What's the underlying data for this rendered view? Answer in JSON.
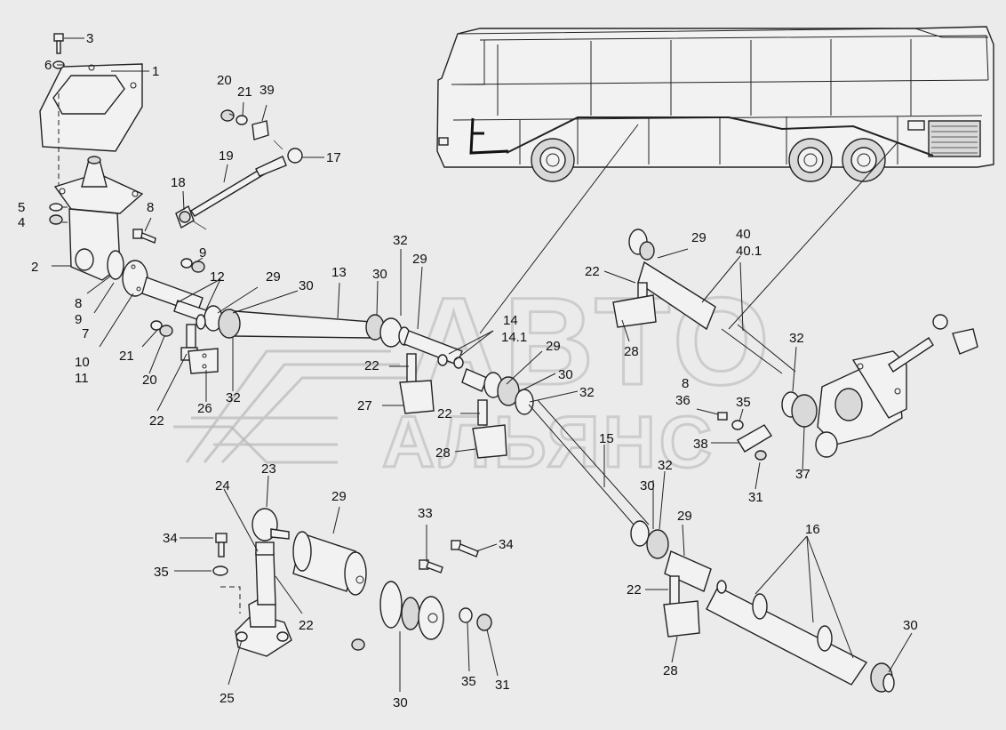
{
  "callouts": {
    "c1": "1",
    "c2": "2",
    "c3": "3",
    "c4": "4",
    "c5": "5",
    "c6": "6",
    "c7": "7",
    "c8a": "8",
    "c8b": "8",
    "c8c": "8",
    "c9a": "9",
    "c9b": "9",
    "c10": "10",
    "c11": "11",
    "c12": "12",
    "c13": "13",
    "c14": "14",
    "c14_1": "14.1",
    "c15": "15",
    "c16": "16",
    "c17": "17",
    "c18": "18",
    "c19": "19",
    "c20a": "20",
    "c20b": "20",
    "c21a": "21",
    "c21b": "21",
    "c22a": "22",
    "c22b": "22",
    "c22c": "22",
    "c22d": "22",
    "c22e": "22",
    "c22f": "22",
    "c23": "23",
    "c24": "24",
    "c25": "25",
    "c26": "26",
    "c27": "27",
    "c28a": "28",
    "c28b": "28",
    "c28c": "28",
    "c29a": "29",
    "c29b": "29",
    "c29c": "29",
    "c29d": "29",
    "c29e": "29",
    "c29f": "29",
    "c30a": "30",
    "c30b": "30",
    "c30c": "30",
    "c30d": "30",
    "c30e": "30",
    "c30f": "30",
    "c31a": "31",
    "c31b": "31",
    "c32a": "32",
    "c32b": "32",
    "c32c": "32",
    "c32d": "32",
    "c32e": "32",
    "c33": "33",
    "c34a": "34",
    "c34b": "34",
    "c35a": "35",
    "c35b": "35",
    "c35c": "35",
    "c36": "36",
    "c37": "37",
    "c38": "38",
    "c39": "39",
    "c40": "40",
    "c40_1": "40.1"
  },
  "watermark": {
    "line1": "АВТО",
    "line2": "АЛЬЯНС"
  }
}
